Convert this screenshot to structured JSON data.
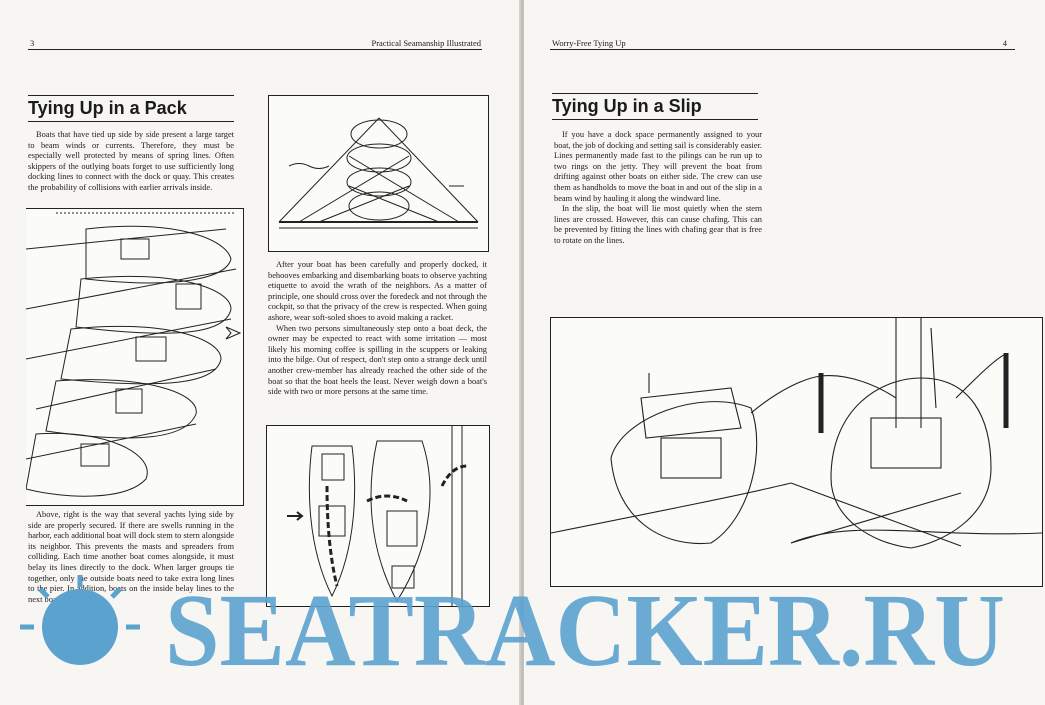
{
  "left_page": {
    "page_number": "3",
    "running_head": "Practical Seamanship Illustrated",
    "title": "Tying Up in a Pack",
    "intro": "Boats that have tied up side by side present a large target to beam winds or currents. Therefore, they must be especially well protected by means of spring lines. Often skippers of the outlying boats forget to use sufficiently long docking lines to connect with the dock or quay. This creates the probability of collisions with earlier arrivals inside.",
    "caption": "Above, right is the way that several yachts lying side by side are properly secured. If there are swells running in the harbor, each additional boat will dock stem to stern alongside its neighbor. This prevents the masts and spreaders from colliding. Each time another boat comes alongside, it must belay its lines directly to the dock. When larger groups tie together, only the outside boats need to take extra long lines to the pier. In addition, boats on the inside belay lines to the next boat out.",
    "middle_para_1": "After your boat has been carefully and properly docked, it behooves embarking and disembarking boats to observe yachting etiquette to avoid the wrath of the neighbors. As a matter of principle, one should cross over the foredeck and not through the cockpit, so that the privacy of the crew is respected. When going ashore, wear soft-soled shoes to avoid making a racket.",
    "middle_para_2": "When two persons simultaneously step onto a boat deck, the owner may be expected to react with some irritation — most likely his morning coffee is spilling in the scuppers or leaking into the bilge. Out of respect, don't step onto a strange deck until another crew-member has already reached the other side of the boat so that the boat heels the least. Never weigh down a boat's side with two or more persons at the same time."
  },
  "right_page": {
    "page_number": "4",
    "running_head": "Worry-Free Tying Up",
    "title": "Tying Up in a Slip",
    "para_1": "If you have a dock space permanently assigned to your boat, the job of docking and setting sail is considerably easier. Lines permanently made fast to the pilings can be run up to two rings on the jetty. They will prevent the boat from drifting against other boats on either side. The crew can use them as handholds to move the boat in and out of the slip in a beam wind by hauling it along the windward line.",
    "para_2": "In the slip, the boat will lie most quietly when the stern lines are crossed. However, this can cause chafing. This can be prevented by fitting the lines with chafing gear that is free to rotate on the lines."
  },
  "watermark": {
    "text": "SEATRACKER.RU",
    "color": "#5ba2cf"
  }
}
